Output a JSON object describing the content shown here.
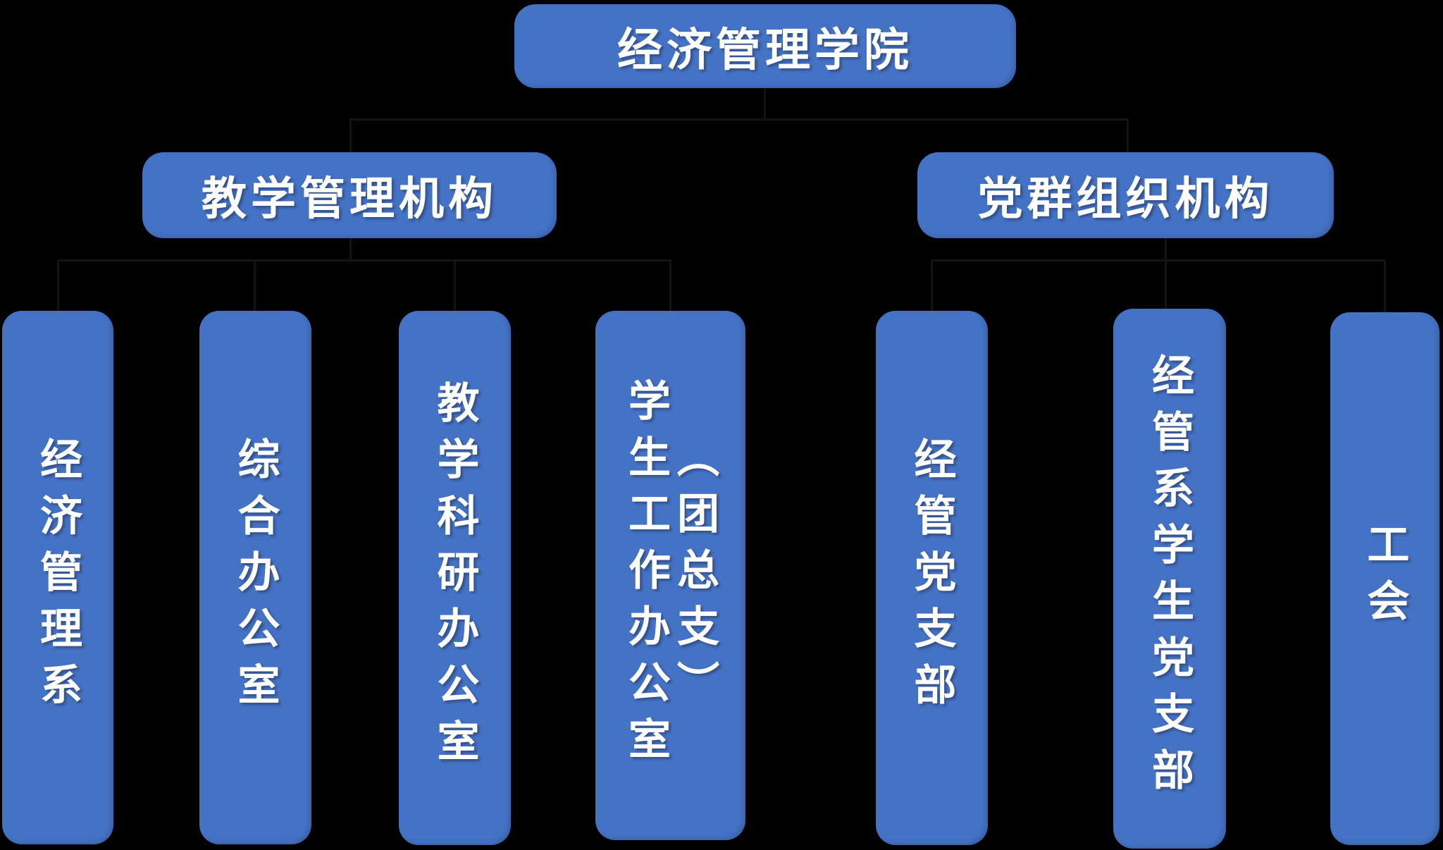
{
  "colors": {
    "background": "#000000",
    "box-fill": "#4472c4",
    "box-text": "#ffffff",
    "connector": "#131313"
  },
  "org": {
    "title_box": {
      "label": "经济管理学院"
    },
    "branch_boxes": [
      {
        "label": "教学管理机构"
      },
      {
        "label": "党群组织机构"
      }
    ],
    "unit_boxes": [
      {
        "label": "经济管理系",
        "branch": 0
      },
      {
        "label": "综合办公室",
        "branch": 0
      },
      {
        "label": "教学科研办公室",
        "branch": 0
      },
      {
        "label": "学生工作办公室",
        "suffix": "︵团总支︶",
        "branch": 0
      },
      {
        "label": "经管党支部",
        "branch": 1
      },
      {
        "label": "经管系学生党支部",
        "branch": 1
      },
      {
        "label": "工会",
        "branch": 1
      }
    ]
  }
}
